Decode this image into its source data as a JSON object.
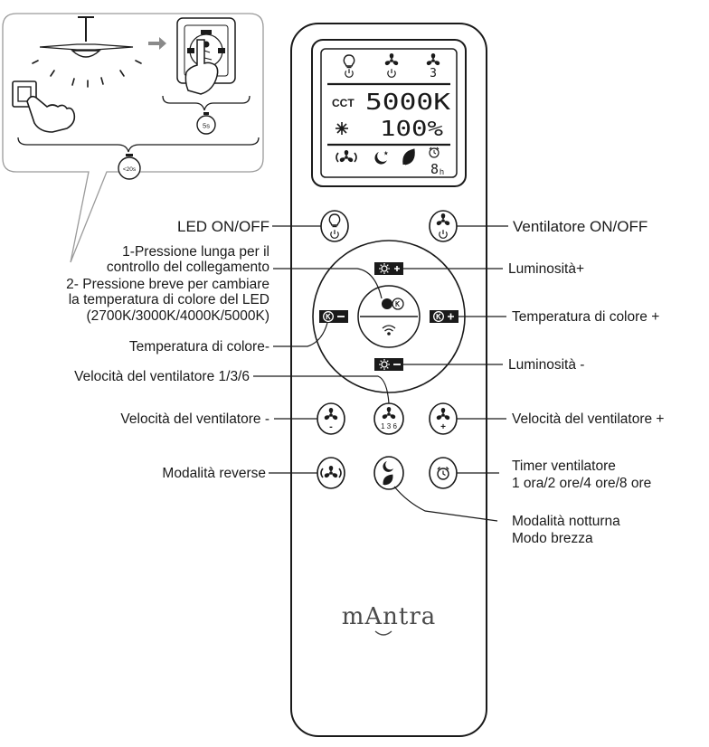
{
  "lcd": {
    "cct_label": "CCT",
    "cct_value": "5000K",
    "brightness_value": "100%",
    "fan_speed_digit": "3",
    "timer_value": "8",
    "timer_unit": "h"
  },
  "inset": {
    "hold_time_short": "5s",
    "hold_time_long": "<20s"
  },
  "labels": {
    "led_on_off": "LED ON/OFF",
    "fan_on_off": "Ventilatore ON/OFF",
    "center_line1": "1-Pressione lunga per il",
    "center_line2": "controllo del collegamento",
    "center_line3": "2- Pressione breve per cambiare",
    "center_line4": "la temperatura di colore del LED",
    "center_line5": "(2700K/3000K/4000K/5000K)",
    "brightness_plus": "Luminosità+",
    "color_temp_plus": "Temperatura di colore +",
    "color_temp_minus": "Temperatura di colore-",
    "brightness_minus": "Luminosità -",
    "fan_speed_136": "Velocità del ventilatore 1/3/6",
    "fan_speed_minus": "Velocità del ventilatore -",
    "fan_speed_plus": "Velocità del ventilatore +",
    "reverse_mode": "Modalità reverse",
    "timer_line1": "Timer ventilatore",
    "timer_line2": "1 ora/2 ore/4 ore/8 ore",
    "night_line1": "Modalità notturna",
    "night_line2": "Modo brezza"
  },
  "buttons": {
    "fan_speed_digits": "1 3 6",
    "fan_minus_sign": "-",
    "fan_plus_sign": "+"
  },
  "brand": {
    "name": "mAntra"
  },
  "icons": [
    "ceiling-fan-icon",
    "wall-switch-icon",
    "hand-icon",
    "stopwatch-icon",
    "bulb-icon",
    "fan-icon",
    "sun-icon",
    "k-circle-icon",
    "wifi-icon",
    "moon-icon",
    "leaf-icon",
    "alarm-clock-icon"
  ]
}
